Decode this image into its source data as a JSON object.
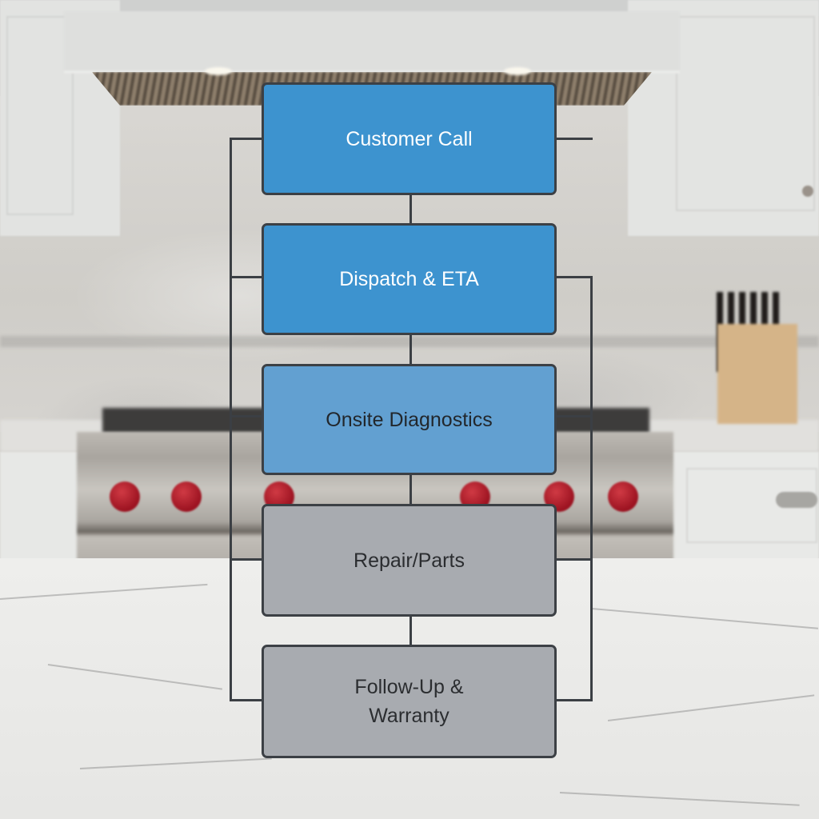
{
  "diagram": {
    "type": "vertical-flowchart",
    "background": "kitchen-photo",
    "nodes": [
      {
        "id": "customer-call",
        "label": "Customer Call",
        "style": "blue-strong",
        "fill": "#3d93cf",
        "text_color": "#ffffff"
      },
      {
        "id": "dispatch-eta",
        "label": "Dispatch & ETA",
        "style": "blue-strong",
        "fill": "#3d93cf",
        "text_color": "#ffffff"
      },
      {
        "id": "onsite-diagnostics",
        "label": "Onsite Diagnostics",
        "style": "blue-light",
        "fill": "#62a0d1",
        "text_color": "#22272c"
      },
      {
        "id": "repair-parts",
        "label": "Repair/Parts",
        "style": "gray",
        "fill": "#a8abb0",
        "text_color": "#2b2d30"
      },
      {
        "id": "follow-up-warranty",
        "label": "Follow-Up & Warranty",
        "style": "gray",
        "fill": "#a8abb0",
        "text_color": "#2b2d30"
      }
    ],
    "edges": [
      {
        "from": "customer-call",
        "to": "dispatch-eta"
      },
      {
        "from": "dispatch-eta",
        "to": "onsite-diagnostics"
      },
      {
        "from": "onsite-diagnostics",
        "to": "repair-parts"
      },
      {
        "from": "repair-parts",
        "to": "follow-up-warranty"
      }
    ],
    "side_rails": {
      "left": {
        "connects": [
          "customer-call",
          "dispatch-eta",
          "onsite-diagnostics",
          "repair-parts",
          "follow-up-warranty"
        ]
      },
      "right": {
        "connects": [
          "dispatch-eta",
          "onsite-diagnostics",
          "repair-parts",
          "follow-up-warranty"
        ],
        "stub_from": "customer-call"
      }
    },
    "colors": {
      "line": "#3b3f44",
      "border": "#3c4045"
    }
  }
}
